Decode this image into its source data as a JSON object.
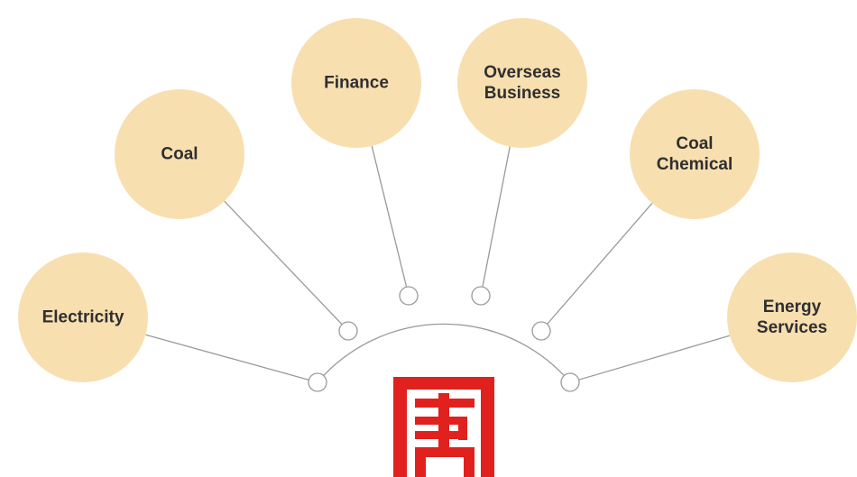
{
  "colors": {
    "node_fill": "#f8dfb0",
    "connector": "#9a9a9a",
    "junction_fill": "#ffffff",
    "logo": "#e0211d",
    "label": "#2f2f2f"
  },
  "nodes": [
    {
      "id": "electricity",
      "lines": [
        "Electricity"
      ]
    },
    {
      "id": "coal",
      "lines": [
        "Coal"
      ]
    },
    {
      "id": "finance",
      "lines": [
        "Finance"
      ]
    },
    {
      "id": "overseas-business",
      "lines": [
        "Overseas",
        "Business"
      ]
    },
    {
      "id": "coal-chemical",
      "lines": [
        "Coal",
        "Chemical"
      ]
    },
    {
      "id": "energy-services",
      "lines": [
        "Energy",
        "Services"
      ]
    }
  ],
  "logo": {
    "icon": "company-logo-icon"
  }
}
